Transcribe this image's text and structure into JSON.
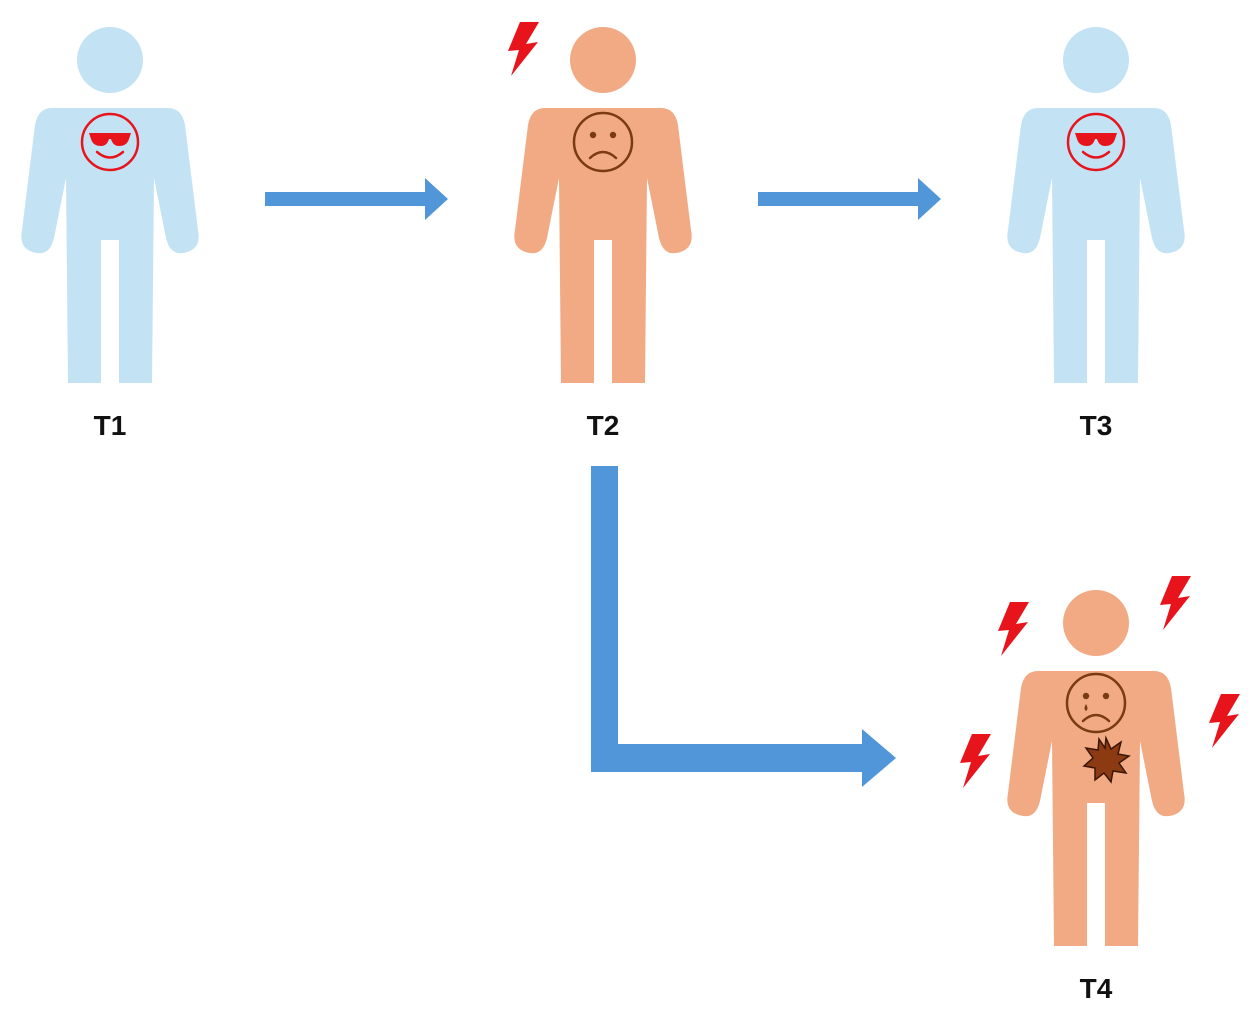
{
  "colors": {
    "healthy": "#c3e3f4",
    "stressed": "#f2aa84",
    "arrow": "#5196d8",
    "bolt": "#e8141c",
    "cool_face": "#e8141c",
    "sad_face": "#7a3a14",
    "wound": "#8b3a12"
  },
  "figures": [
    {
      "id": "t1",
      "label": "T1",
      "state": "healthy",
      "face_icon": "sunglasses-smile-icon"
    },
    {
      "id": "t2",
      "label": "T2",
      "state": "stressed",
      "face_icon": "frown-face-icon"
    },
    {
      "id": "t3",
      "label": "T3",
      "state": "healthy",
      "face_icon": "sunglasses-smile-icon"
    },
    {
      "id": "t4",
      "label": "T4",
      "state": "stressed",
      "face_icon": "crying-face-icon",
      "extra_icon": "wound-splat-icon"
    }
  ],
  "arrows": [
    {
      "from": "T1",
      "to": "T2"
    },
    {
      "from": "T2",
      "to": "T3"
    },
    {
      "from": "T2",
      "to": "T4"
    }
  ]
}
